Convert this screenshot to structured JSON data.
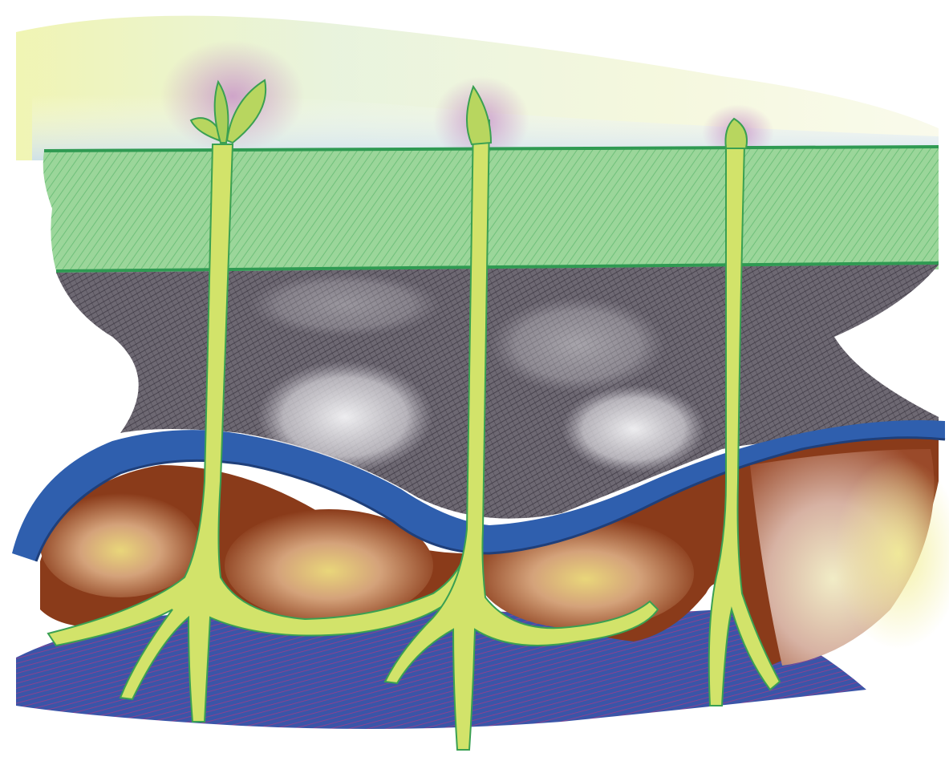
{
  "scene": {
    "subject": "",
    "colors": {
      "paper": "#ffffff",
      "sky_yellow": "#eef3a6",
      "sky_blue": "#c7dcf3",
      "sky_purple": "#c58ac6",
      "green_band": "#8fd08c",
      "green_band_edge": "#2f9a52",
      "dark_layer": "#5a5560",
      "dark_layer_light": "#c9c6cc",
      "water_band": "#2f5fae",
      "soil_brown": "#8a3b1a",
      "soil_light": "#c98e6e",
      "soil_yellow": "#e6d67a",
      "root_zone_blue": "#3a55a8",
      "root_zone_magenta": "#9a3f8c",
      "stem_yellow_green": "#d2e36a",
      "stem_green": "#3aa052"
    },
    "plants": [
      {
        "stage": "leafed-sprout"
      },
      {
        "stage": "bud"
      },
      {
        "stage": "closed-bud"
      }
    ]
  }
}
